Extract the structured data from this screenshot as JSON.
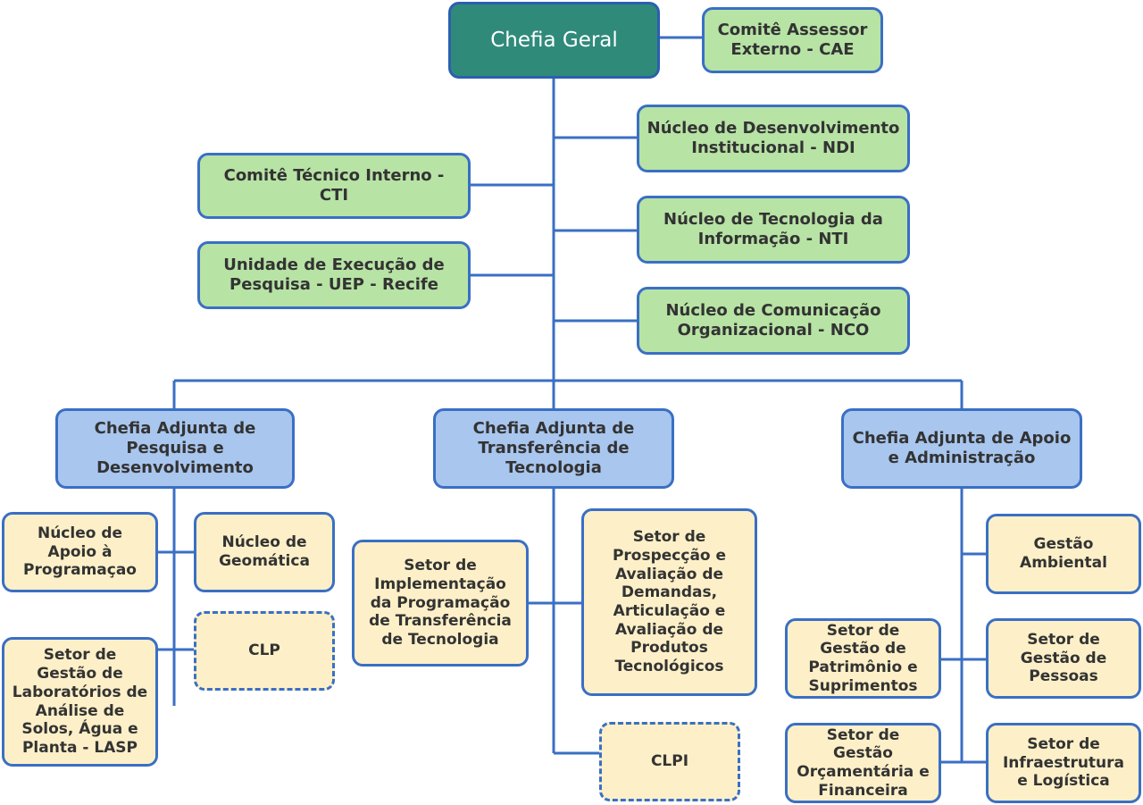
{
  "colors": {
    "line": "#3a6fc4",
    "top_fill": "#2f8a7a",
    "green_fill": "#b7e3a5",
    "blue_fill": "#a8c6ee",
    "cream_fill": "#fdf0c8"
  },
  "nodes": {
    "chefia_geral": "Chefia Geral",
    "cae": "Comitê Assessor Externo - CAE",
    "ndi": "Núcleo de Desenvolvimento Institucional - NDI",
    "cti": "Comitê Técnico Interno - CTI",
    "nti": "Núcleo de Tecnologia da Informação - NTI",
    "uep": "Unidade de Execução de Pesquisa - UEP - Recife",
    "nco": "Núcleo de Comunicação Organizacional - NCO",
    "adj_pd": "Chefia Adjunta de Pesquisa e Desenvolvimento",
    "adj_tt": "Chefia Adjunta de Transferência de Tecnologia",
    "adj_aa": "Chefia Adjunta de Apoio e Administração",
    "nap": "Núcleo de Apoio à Programaçao",
    "geomatica": "Núcleo de Geomática",
    "lasp": "Setor de Gestão de Laboratórios de Análise de Solos, Água e Planta - LASP",
    "clp": "CLP",
    "siptt": "Setor de Implementação da Programação de Transferência de Tecnologia",
    "spad": "Setor de Prospecção e Avaliação de Demandas, Articulação e Avaliação de Produtos Tecnológicos",
    "clpi": "CLPI",
    "gestao_ambiental": "Gestão Ambiental",
    "patrimonio": "Setor de Gestão de Patrimônio e Suprimentos",
    "pessoas": "Setor de Gestão de Pessoas",
    "orcamentaria": "Setor de Gestão Orçamentária e Financeira",
    "infraestrutura": "Setor de Infraestrutura e Logística"
  }
}
